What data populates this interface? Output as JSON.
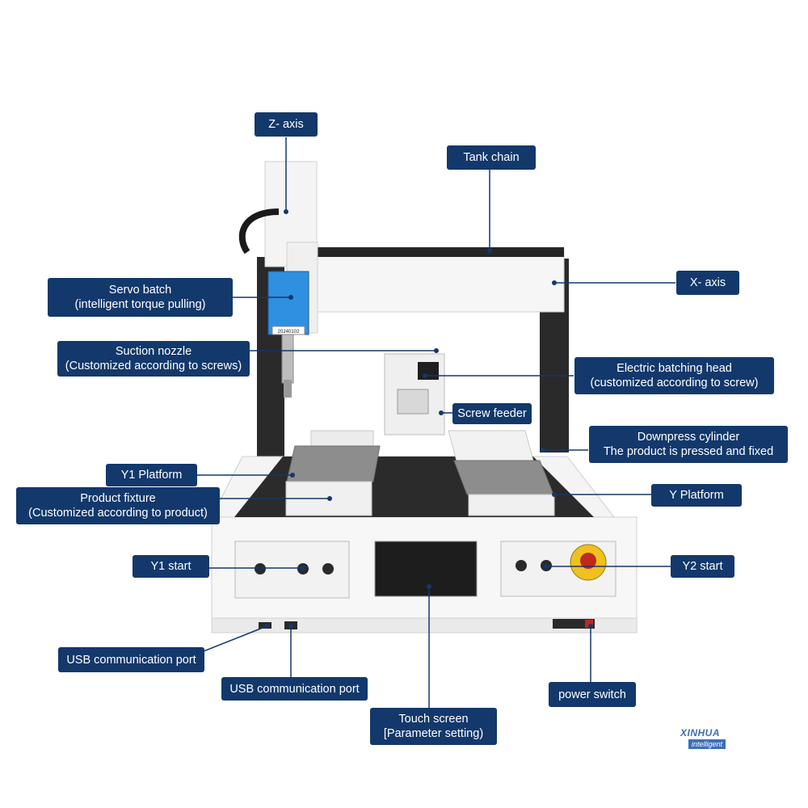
{
  "labels": {
    "z_axis": "Z- axis",
    "tank_chain": "Tank chain",
    "x_axis": "X- axis",
    "servo_batch": [
      "Servo batch",
      "(intelligent torque pulling)"
    ],
    "suction_nozzle": [
      "Suction nozzle",
      "(Customized according to screws)"
    ],
    "electric_head": [
      "Electric batching head",
      "(customized according to screw)"
    ],
    "screw_feeder": "Screw feeder",
    "downpress": [
      "Downpress cylinder",
      "The product is pressed and fixed"
    ],
    "y1_platform": "Y1 Platform",
    "product_fixture": [
      "Product fixture",
      "(Customized according to product)"
    ],
    "y_platform": "Y Platform",
    "y1_start": "Y1 start",
    "y2_start": "Y2 start",
    "usb_port_1": "USB communication port",
    "usb_port_2": "USB communication port",
    "power_switch": "power switch",
    "touch_screen": [
      "Touch screen",
      "[Parameter setting)"
    ]
  },
  "device": {
    "serial_plate": "20240102"
  },
  "logo": {
    "brand": "XINHUA",
    "sub": "intelligent"
  },
  "colors": {
    "label_bg": "#13386b",
    "servo_blue": "#2f8fe0",
    "estop_yellow": "#f0c020",
    "estop_red": "#c0281e"
  }
}
